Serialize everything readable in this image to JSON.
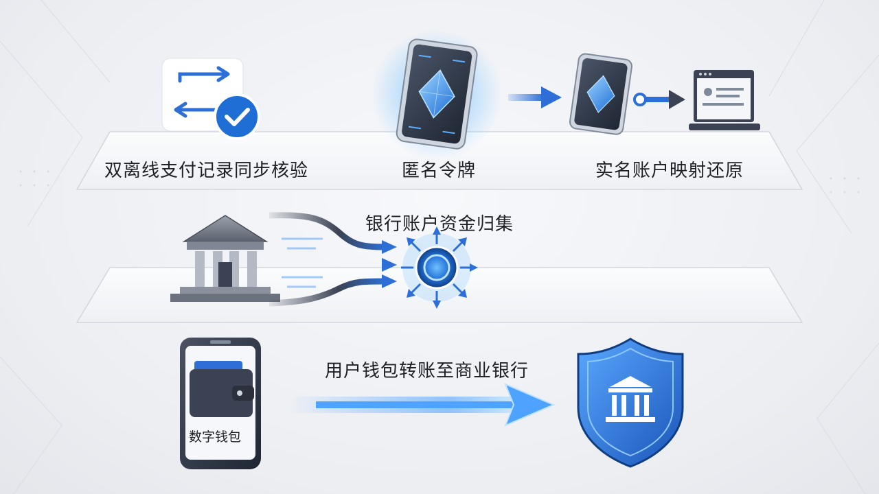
{
  "row1": {
    "step1_label": "双离线支付记录同步核验",
    "step2_label": "匿名令牌",
    "step3_label": "实名账户映射还原"
  },
  "row2": {
    "label": "银行账户资金归集"
  },
  "row3": {
    "transfer_label": "用户钱包转账至商业银行",
    "wallet_label": "数字钱包"
  },
  "colors": {
    "accent": "#2d6fd6",
    "glow": "#4da3ff",
    "dark": "#3a4253",
    "gray": "#8a8f99"
  }
}
